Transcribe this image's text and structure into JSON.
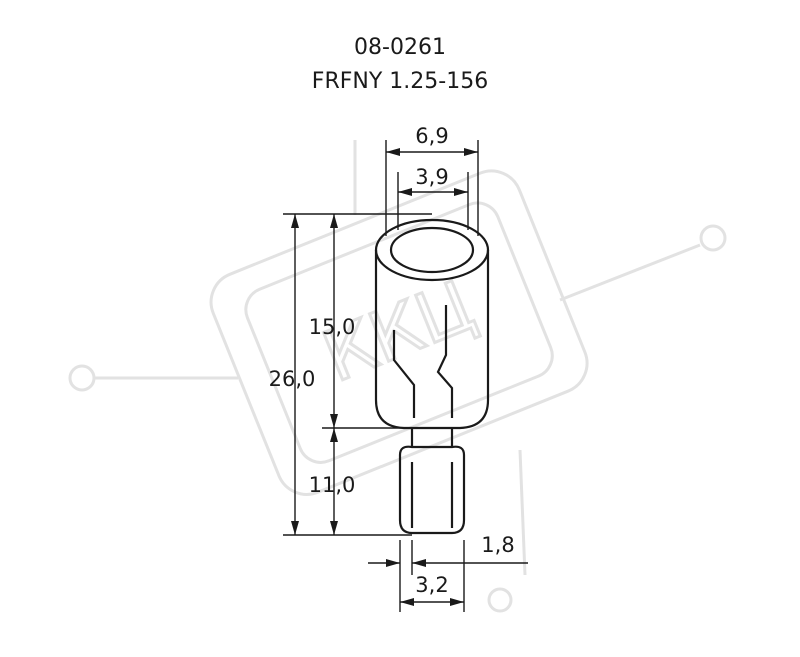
{
  "header": {
    "part_number": "08-0261",
    "part_name": "FRFNY 1.25-156"
  },
  "dimensions": {
    "outer_diameter": "6,9",
    "inner_diameter": "3,9",
    "insulation_length": "15,0",
    "total_length": "26,0",
    "pin_length": "11,0",
    "pin_wall": "1,8",
    "pin_diameter": "3,2"
  },
  "watermark": {
    "text": "ККЦ"
  },
  "colors": {
    "line": "#1a1a1a",
    "watermark": "#e2e2e2",
    "background": "#ffffff"
  }
}
